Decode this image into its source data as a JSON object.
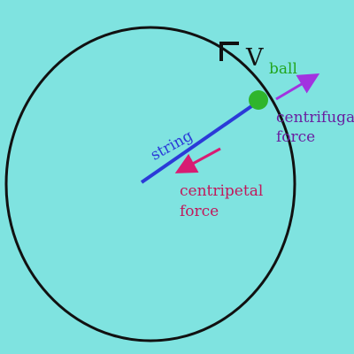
{
  "labels": {
    "velocity_symbol": "V",
    "velocity_subscript": "ball",
    "string": "string",
    "centrifugal_line1": "centrifugal",
    "centrifugal_line2": "force",
    "centripetal_line1": "centripetal",
    "centripetal_line2": "force"
  },
  "colors": {
    "background": "#7fe3e0",
    "orbit": "#111111",
    "string": "#2b3ad8",
    "ball": "#2fb52c",
    "velocity": "#111111",
    "centrifugal": "#a233e0",
    "centripetal": "#d81b73"
  }
}
